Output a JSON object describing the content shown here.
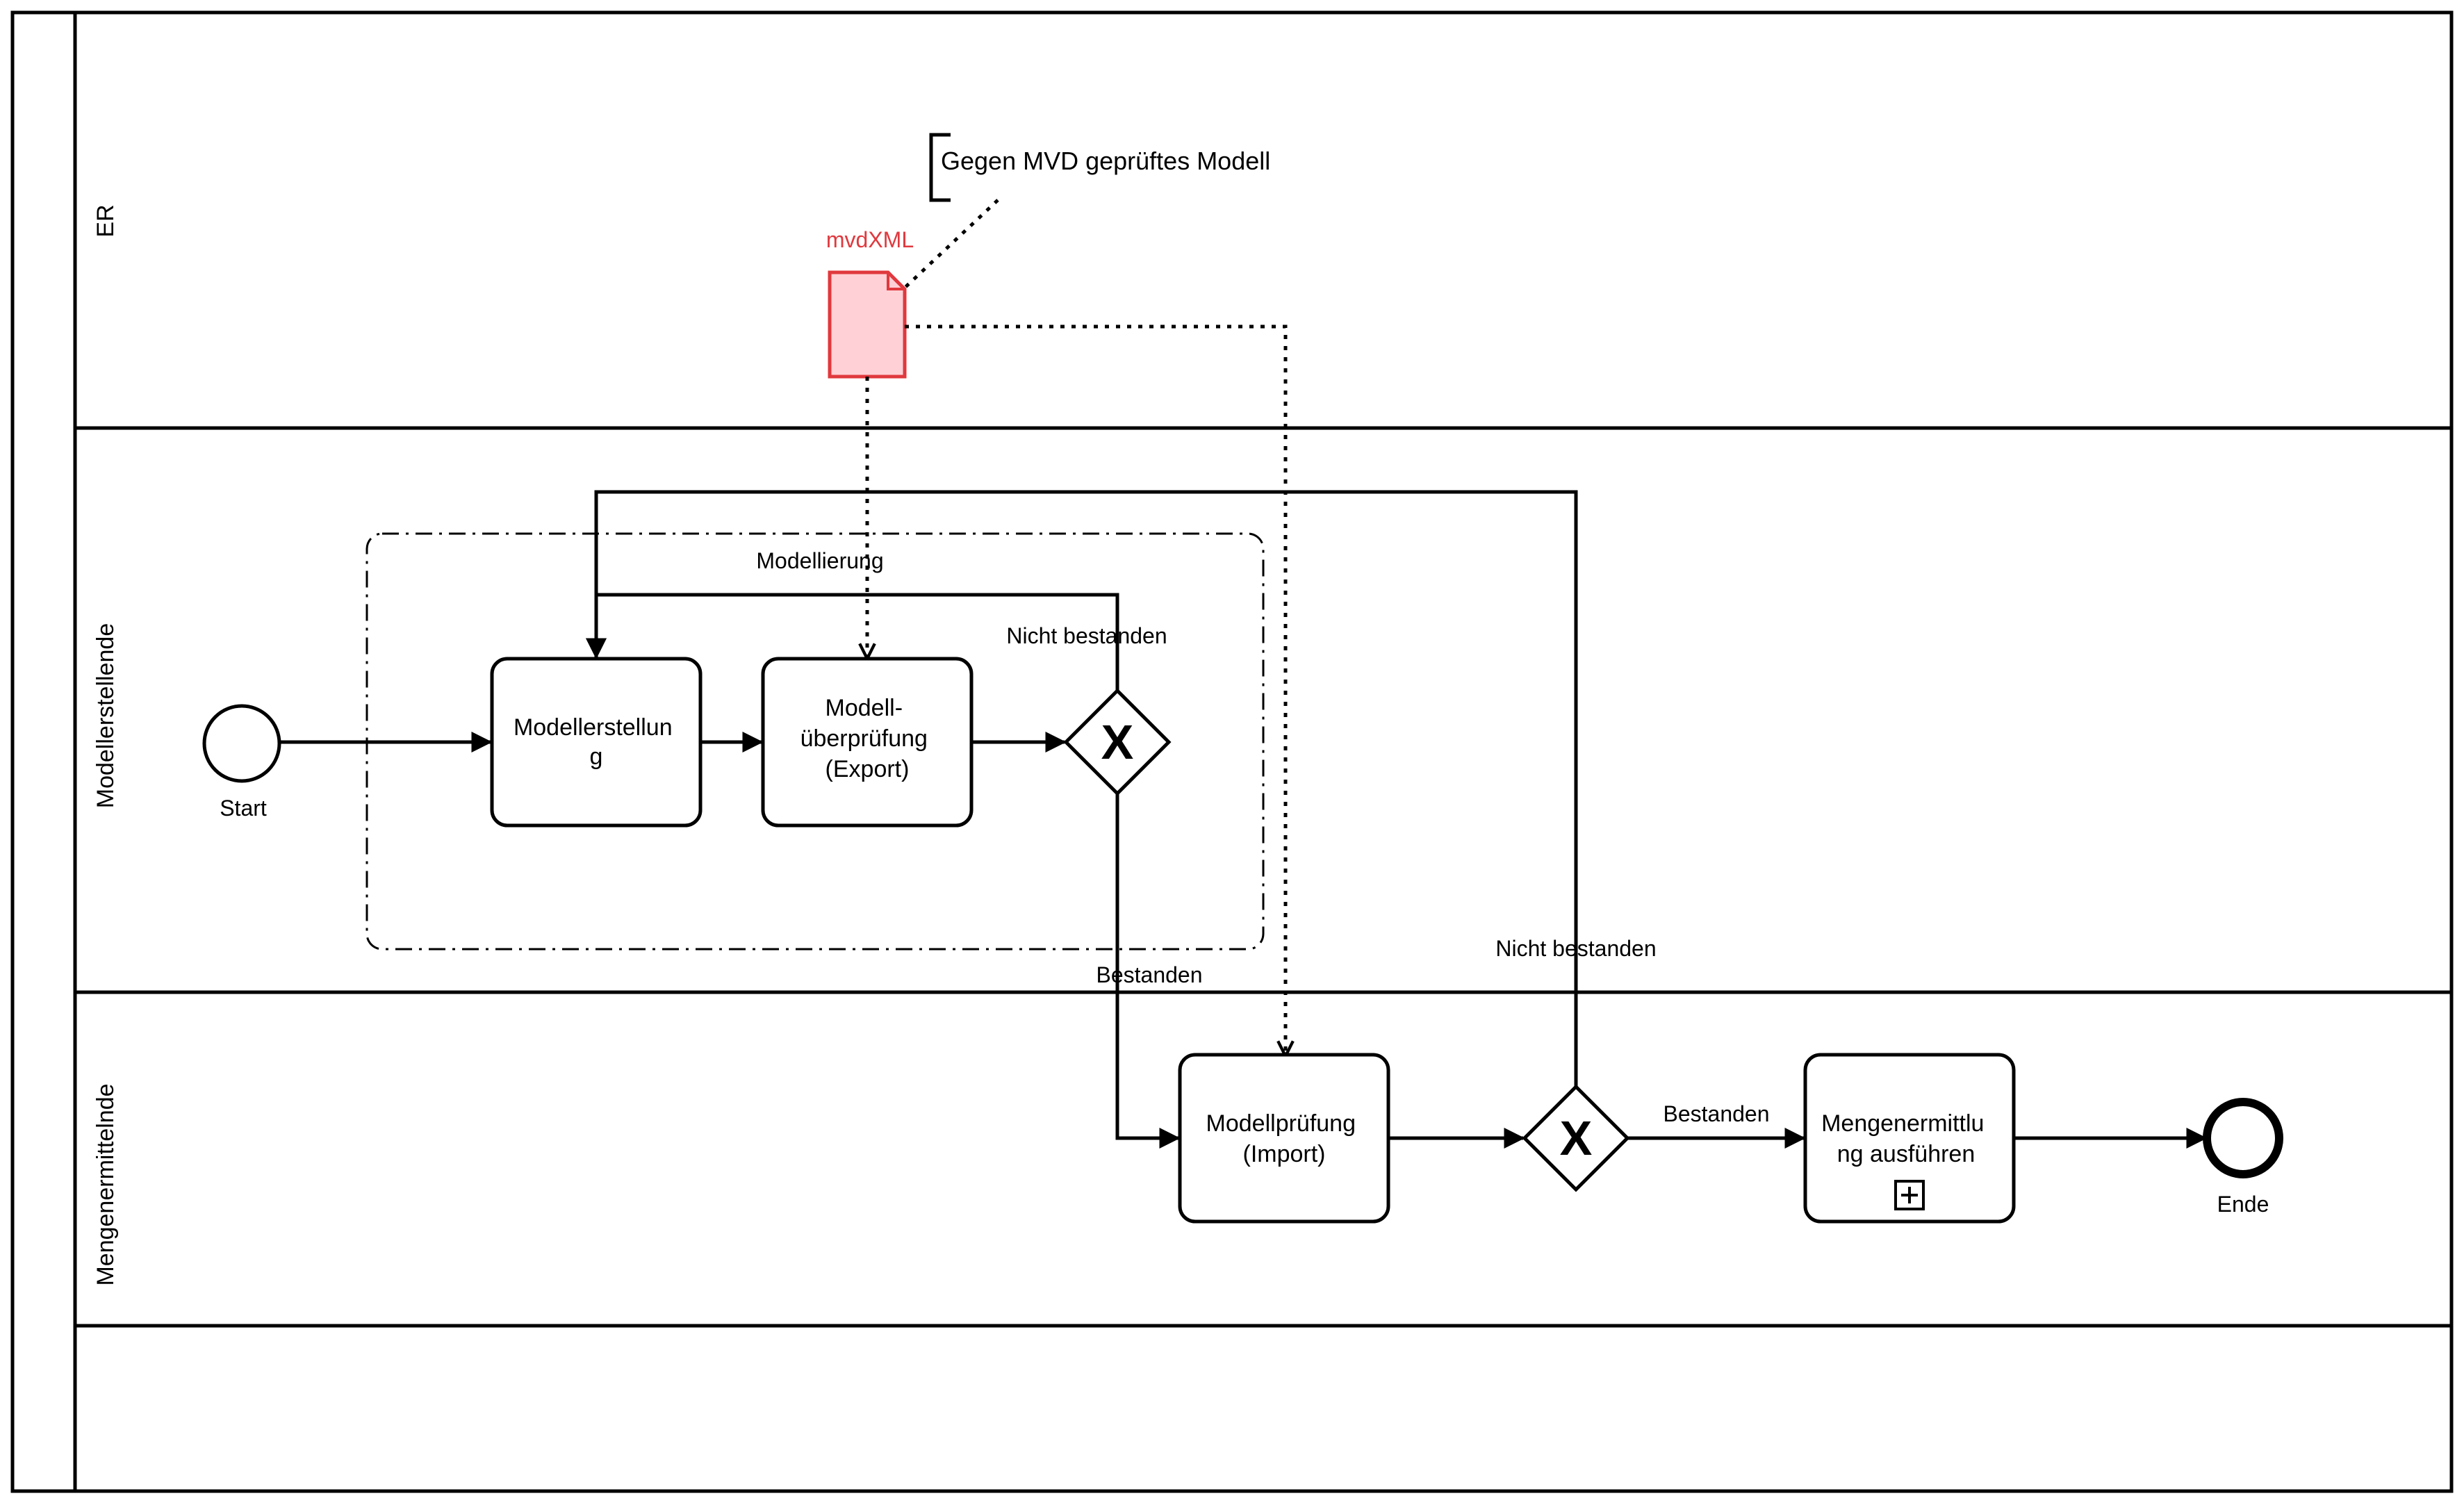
{
  "lanes": {
    "er": "ER",
    "modellerstellende": "Modellerstellende",
    "mengenermittelnde": "Mengenermittelnde",
    "empty": ""
  },
  "data_object": {
    "label": "mvdXML",
    "color": "#e0393e",
    "fill": "#ffd1d6"
  },
  "annotation": {
    "text": "Gegen MVD geprüftes Modell"
  },
  "group": {
    "label": "Modellierung"
  },
  "events": {
    "start": "Start",
    "end": "Ende"
  },
  "tasks": {
    "modellerstellung": [
      "Modellerstellun",
      "g"
    ],
    "modellueberpruefung": [
      "Modell-",
      "überprüfung",
      "(Export)"
    ],
    "modellpruefung_import": [
      "Modellprüfung",
      "(Import)"
    ],
    "mengenermittlung": [
      "Mengenermittlu",
      "ng ausführen"
    ]
  },
  "gateways": {
    "symbol": "X"
  },
  "flow_labels": {
    "nicht_bestanden_1": "Nicht bestanden",
    "bestanden_1": "Bestanden",
    "nicht_bestanden_2": "Nicht bestanden",
    "bestanden_2": "Bestanden"
  },
  "icons": {
    "subprocess_marker": "plus-square-icon",
    "gateway_marker": "exclusive-x-icon",
    "data_object": "document-icon"
  }
}
